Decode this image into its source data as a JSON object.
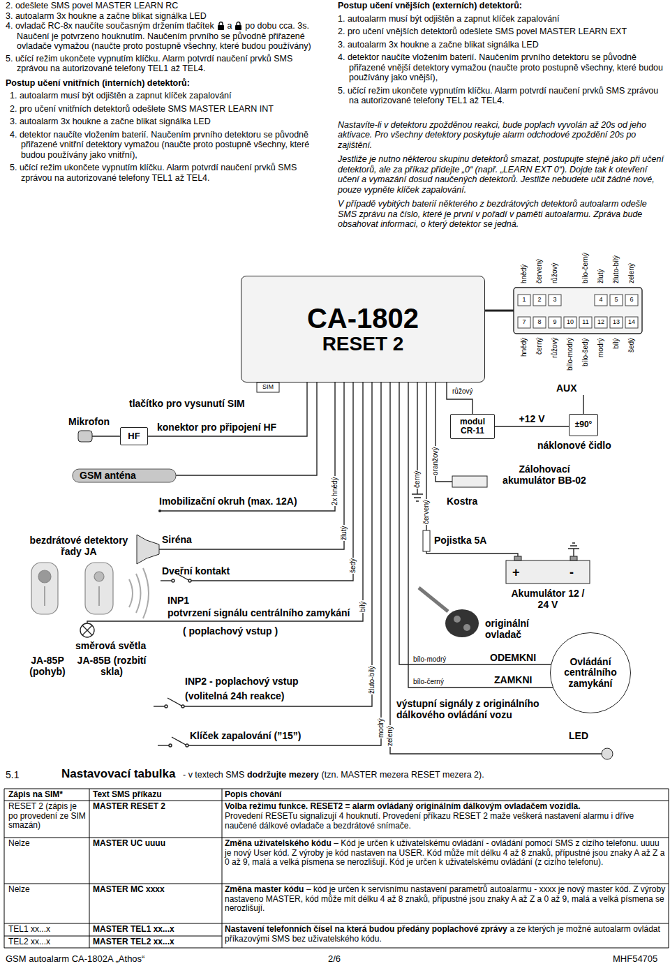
{
  "diagram": {
    "nodes": [
      {
        "text": [
          "CA-1802",
          "RESET 2"
        ]
      },
      {
        "text": [
          "modul CR-11"
        ]
      },
      {
        "text": [
          "HF"
        ]
      },
      {
        "text": [
          "±90°"
        ]
      },
      {
        "text": [
          "Ovládání centrálního zamykání"
        ]
      }
    ],
    "edges": [
      {
        "from": 0,
        "to": 1,
        "arrow": "none"
      },
      {
        "from": 0,
        "to": 2,
        "arrow": "none"
      },
      {
        "from": 0,
        "to": 4,
        "arrow": "none"
      },
      {
        "from": 1,
        "to": 3,
        "label": "+12 V",
        "arrow": "none"
      }
    ],
    "labels": [
      "2. odešlete SMS povel MASTER LEARN RC",
      "3. autoalarm 3x houkne a začne blikat signálka LED",
      "4. ovladač RC-8x naučíte současným držením tlačítek",
      "a",
      "po dobu cca. 3s. Naučení je potvrzeno houknutím. Naučením prvního se původně přiřazené ovladače vymažou (naučte proto postupně všechny, které budou používány)",
      "5. učící režim ukončete vypnutím klíčku. Alarm potvrdí naučení prvků SMS zprávou na autorizované telefony TEL1 až TEL4.",
      "Postup učení vnitřních (interních) detektorů:",
      "1. autoalarm musí být odjištěn a zapnut klíček zapalování",
      "2. pro učení vnitřních detektorů odešlete SMS MASTER LEARN INT",
      "3. autoalarm 3x houkne a začne blikat signálka LED",
      "4. detektor naučíte vložením baterií. Naučením prvního detektoru se původně přiřazené vnitřní detektory vymažou (naučte proto postupně všechny, které budou používány jako vnitřní),",
      "5. učící režim ukončete vypnutím klíčku. Alarm potvrdí naučení prvků SMS zprávou na autorizované telefony TEL1 až TEL4.",
      "Postup učení vnějších (externích) detektorů:",
      "1. autoalarm musí být odjištěn a zapnut klíček zapalování",
      "2. pro učení vnějších detektorů odešlete SMS povel MASTER LEARN EXT",
      "3. autoalarm 3x houkne a začne blikat signálka LED",
      "4. detektor naučíte vložením baterií. Naučením prvního detektoru se původně přiřazené vnější detektory vymažou (naučte proto postupně všechny, které budou používány jako vnější),",
      "5. učící režim ukončete vypnutím klíčku. Alarm potvrdí naučení prvků SMS zprávou na autorizované telefony TEL1 až TEL4.",
      "Nastavíte-li v detektoru zpožděnou reakci, bude poplach vyvolán až 20s od jeho aktivace. Pro všechny detektory poskytuje alarm odchodové zpoždění 20s po zajištění.",
      "Jestliže je nutno některou skupinu detektorů smazat, postupujte stejně jako při učení detektorů, ale za příkaz přidejte „0“ (např. „LEARN EXT 0“). Dojde tak k otevření učení a vymazání dosud naučených detektorů. Jestliže nebudete učit žádné nové, pouze vypněte klíček zapalování.",
      "V případě vybitých baterií některého z bezdrátových detektorů autoalarm odešle SMS zprávu na číslo, které je první v pořadí v paměti autoalarmu. Zpráva bude obsahovat informaci, o který detektor se jedná.",
      "bezdrátové detektory řady JA",
      "JA-85P (pohyb)",
      "JA-85B (rozbití skla)",
      "SIM",
      "tlačítko pro vysunutí SIM",
      "Mikrofon",
      "konektor pro připojení HF",
      "GSM anténa",
      "Imobilizační okruh (max. 12A)",
      "Siréna",
      "Dveřní kontakt",
      "INP1",
      "potvrzení signálu centrálního zamykání",
      "( poplachový vstup )",
      "směrová světla",
      "INP2 - poplachový vstup",
      "(volitelná 24h reakce)",
      "Klíček zapalování (”15”)",
      "2x hnědý",
      "žlutý",
      "šedý",
      "bílý",
      "žluto-bílý",
      "modrý",
      "zelený",
      "červený",
      "černý",
      "oranžový",
      "růžový",
      "AUX",
      "náklonové čidlo",
      "Zálohovací akumulátor BB-02",
      "Kostra",
      "Pojistka 5A",
      "+",
      "-",
      "Akumulátor 12 / 24 V",
      "originální ovladač",
      "bílo-modrý",
      "bílo-černý",
      "ODEMKNI",
      "ZAMKNI",
      "výstupní signály z originálního dálkového ovládání vozu",
      "LED",
      "hnědý",
      "červený",
      "růžový",
      "bílo-černý",
      "žlutý",
      "žluto-bílý",
      "zelený",
      "hnědý",
      "černý",
      "růžový",
      "bílo-modrý",
      "bílo-šedý",
      "modrý",
      "bílý",
      "šedý",
      "1",
      "2",
      "3",
      "4",
      "5",
      "6",
      "7",
      "8",
      "9",
      "10",
      "11",
      "12",
      "13",
      "14",
      "5.1",
      "Nastavovací tabulka",
      "- v textech SMS",
      "dodržujte mezery",
      "(tzn. MASTER mezera RESET mezera 2).",
      "Zápis na SIM*",
      "Text SMS příkazu",
      "Popis chování",
      "RESET 2 (zápis je po provedení ze SIM smazán)",
      "MASTER RESET 2",
      "Volba režimu funkce. RESET2 = alarm ovládaný originálním dálkovým ovladačem vozidla.",
      "Provedení RESETu signalizují 4 houknutí. Provedení příkazu RESET 2 maže veškerá nastavení alarmu i dříve naučené dálkové ovladače a bezdrátové snímače.",
      "Nelze",
      "MASTER UC uuuu",
      "Změna uživatelského kódu",
      "– Kód je určen k uživatelskému ovládání - ovládání pomocí SMS z cizího telefonu. uuuu je nový User kód. Z výroby je kód nastaven na USER. Kód může mít délku 4 až 8 znaků, přípustné jsou znaky A až Z a 0 až 9, malá a velká písmena se nerozlišují. Kód je určen k uživatelskému ovládání (z cizího telefonu).",
      "Nelze",
      "MASTER MC xxxx",
      "Změna master kódu",
      "– kód je určen k servisnímu nastavení parametrů autoalarmu - xxxx je nový master kód. Z výroby nastaveno MASTER, kód může mít délku 4 až 8 znaků, přípustné jsou znaky A až Z a 0 až 9, malá a velká písmena se nerozlišují.",
      "TEL1 xx...x",
      "MASTER TEL1 xx...x",
      "Nastavení telefonních čísel na která budou předány poplachové zprávy",
      "a ze kterých je možné autoalarm ovládat příkazovými SMS bez uživatelského kódu.",
      "TEL2 xx...x",
      "MASTER TEL2 xx...x",
      "GSM autoalarm CA-1802A „Athos“",
      "2/6",
      "MHF54705"
    ]
  }
}
